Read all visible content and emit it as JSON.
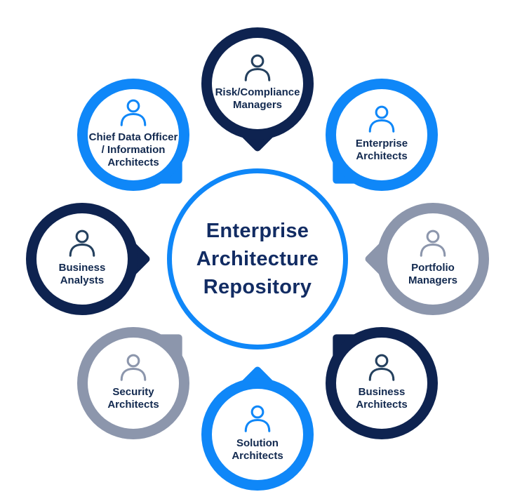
{
  "colors": {
    "background": "#FFFFFF",
    "bubble_fill": "#FFFFFF",
    "navy": "#0E2350",
    "blue": "#0F87F8",
    "gray": "#8C96AC",
    "icon_navy": "#24405E",
    "icon_blue": "#0F87F8",
    "icon_gray": "#8C96AC",
    "hub_ring": "#0F87F8",
    "hub_text": "#122C63",
    "label_text": "#12294F"
  },
  "hub": {
    "label": "Enterprise Architecture Repository",
    "lines": [
      "Enterprise",
      "Architecture",
      "Repository"
    ]
  },
  "roles": [
    {
      "name": "risk-compliance-managers",
      "label": "Risk/Compliance Managers",
      "lines": [
        "Risk/Compliance",
        "Managers"
      ],
      "color": "navy",
      "position": "top",
      "icon": "person-icon"
    },
    {
      "name": "enterprise-architects",
      "label": "Enterprise Architects",
      "lines": [
        "Enterprise",
        "Architects"
      ],
      "color": "blue",
      "position": "top-right",
      "icon": "person-icon"
    },
    {
      "name": "portfolio-managers",
      "label": "Portfolio Managers",
      "lines": [
        "Portfolio",
        "Managers"
      ],
      "color": "gray",
      "position": "right",
      "icon": "person-icon"
    },
    {
      "name": "business-architects",
      "label": "Business Architects",
      "lines": [
        "Business",
        "Architects"
      ],
      "color": "navy",
      "position": "bottom-right",
      "icon": "person-icon"
    },
    {
      "name": "solution-architects",
      "label": "Solution Architects",
      "lines": [
        "Solution",
        "Architects"
      ],
      "color": "blue",
      "position": "bottom",
      "icon": "person-icon"
    },
    {
      "name": "security-architects",
      "label": "Security Architects",
      "lines": [
        "Security",
        "Architects"
      ],
      "color": "gray",
      "position": "bottom-left",
      "icon": "person-icon"
    },
    {
      "name": "business-analysts",
      "label": "Business Analysts",
      "lines": [
        "Business",
        "Analysts"
      ],
      "color": "navy",
      "position": "left",
      "icon": "person-icon"
    },
    {
      "name": "chief-data-officer-information-architects",
      "label": "Chief Data Officer / Information Architects",
      "lines": [
        "Chief Data Officer",
        "/ Information",
        "Architects"
      ],
      "color": "blue",
      "position": "top-left",
      "icon": "person-icon"
    }
  ]
}
